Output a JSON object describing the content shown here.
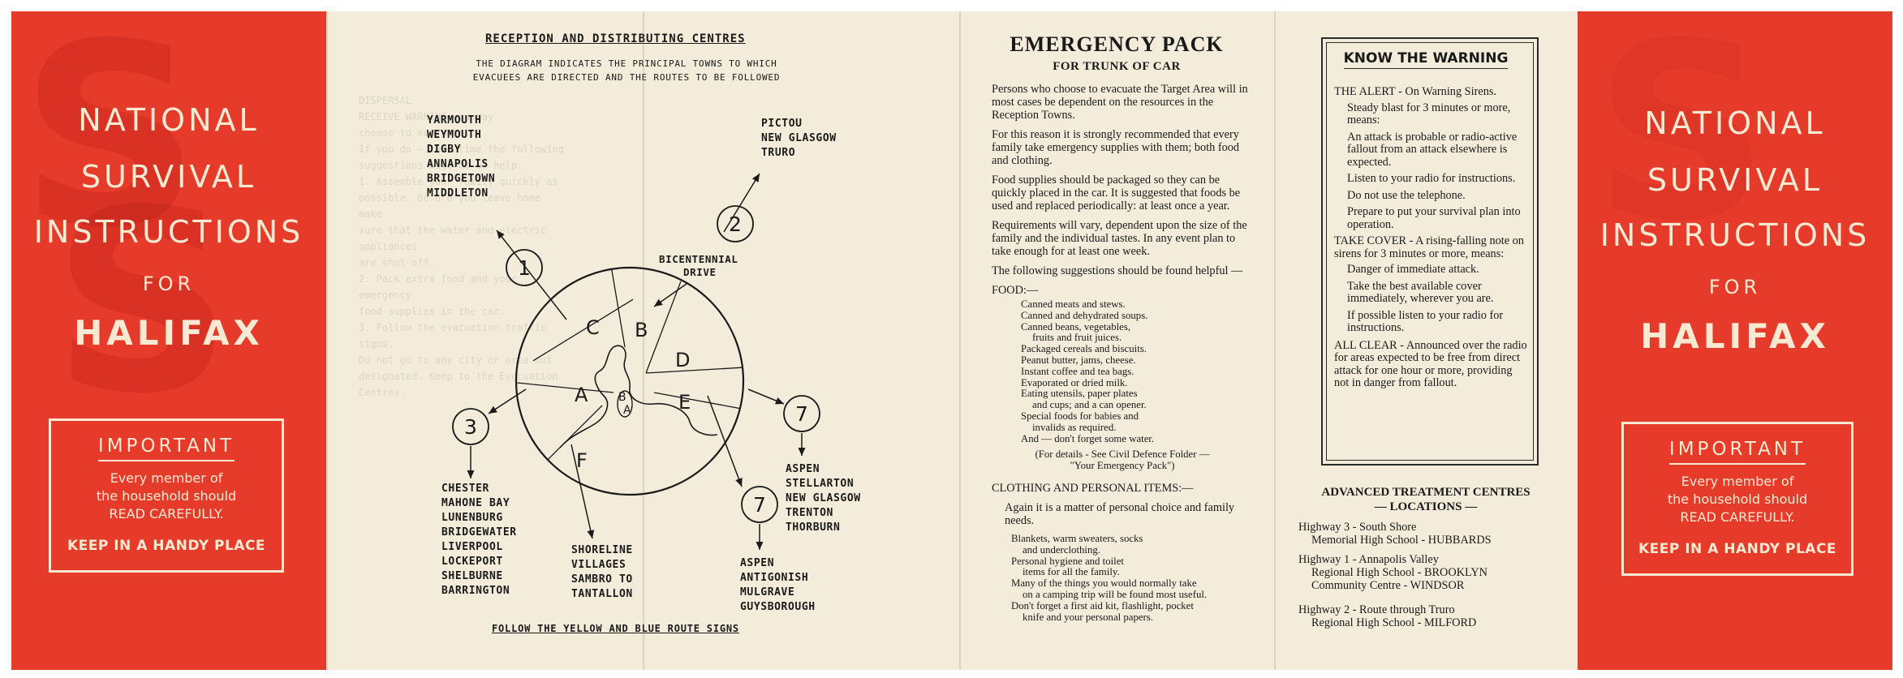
{
  "cover": {
    "title_lines": [
      "NATIONAL",
      "SURVIVAL",
      "INSTRUCTIONS"
    ],
    "for": "FOR",
    "city": "HALIFAX",
    "important_title": "IMPORTANT",
    "important_lines": [
      "Every member of",
      "the household should",
      "READ CAREFULLY."
    ],
    "keep": "KEEP IN A HANDY PLACE"
  },
  "map_panel": {
    "heading": "RECEPTION AND DISTRIBUTING CENTRES",
    "sub_lines": [
      "THE DIAGRAM INDICATES THE PRINCIPAL TOWNS TO WHICH",
      "EVACUEES ARE DIRECTED AND THE ROUTES TO BE FOLLOWED"
    ],
    "route_labels": [
      "1",
      "2",
      "3",
      "7",
      "7"
    ],
    "zone_labels": [
      "A",
      "B",
      "C",
      "D",
      "E",
      "F"
    ],
    "small_zone_labels": [
      "B",
      "A"
    ],
    "bicentennial": [
      "BICENTENNIAL",
      "DRIVE"
    ],
    "towns_route1": [
      "YARMOUTH",
      "WEYMOUTH",
      "DIGBY",
      "ANNAPOLIS",
      "BRIDGETOWN",
      "MIDDLETON"
    ],
    "towns_route2": [
      "PICTOU",
      "NEW GLASGOW",
      "TRURO"
    ],
    "towns_route3": [
      "CHESTER",
      "MAHONE BAY",
      "LUNENBURG",
      "BRIDGEWATER",
      "LIVERPOOL",
      "LOCKEPORT",
      "SHELBURNE",
      "BARRINGTON"
    ],
    "towns_route7a": [
      "ASPEN",
      "STELLARTON",
      "NEW GLASGOW",
      "TRENTON",
      "THORBURN"
    ],
    "towns_route7b": [
      "ASPEN",
      "ANTIGONISH",
      "MULGRAVE",
      "GUYSBOROUGH"
    ],
    "towns_shoreline": [
      "SHORELINE",
      "VILLAGES",
      "SAMBRO TO",
      "TANTALLON"
    ],
    "footer": "FOLLOW THE YELLOW AND BLUE ROUTE SIGNS"
  },
  "emergency": {
    "title": "EMERGENCY PACK",
    "subtitle": "FOR TRUNK OF CAR",
    "paragraphs": [
      "Persons who choose to evacuate the Target Area will in most cases be dependent on the resources in the Reception Towns.",
      "For this reason it is strongly recommended that every family take emergency supplies with them; both food and clothing.",
      "Food supplies should be packaged so they can be quickly placed in the car. It is suggested that foods be used and replaced periodically: at least once a year.",
      "Requirements will vary, dependent upon the size of the family and the individual tastes. In any event plan to take enough for at least one week.",
      "The following suggestions should be found helpful —"
    ],
    "food_head": "FOOD:—",
    "food_items": [
      "Canned meats and stews.",
      "Canned and dehydrated soups.",
      "Canned beans, vegetables,",
      "fruits and fruit juices.",
      "Packaged cereals and biscuits.",
      "Peanut butter, jams, cheese.",
      "Instant coffee and tea bags.",
      "Evaporated or dried milk.",
      "Eating utensils, paper plates",
      "and cups; and a can opener.",
      "Special foods for babies and",
      "invalids as required.",
      "And — don't forget some water."
    ],
    "food_note_1": "(For details - See Civil Defence Folder —",
    "food_note_2": "\"Your Emergency Pack\")",
    "clothing_head": "CLOTHING AND PERSONAL ITEMS:—",
    "clothing_para": "Again it is a matter of personal choice and family needs.",
    "clothing_items": [
      "Blankets, warm sweaters, socks",
      "and underclothing.",
      "Personal hygiene and toilet",
      "items for all the family.",
      "Many of the things you would normally take",
      "on a camping trip will be found most useful.",
      "Don't forget a first aid kit, flashlight, pocket",
      "knife and your personal papers."
    ]
  },
  "warning": {
    "title": "KNOW THE WARNING",
    "alert_head": "THE ALERT - On Warning Sirens.",
    "alert_items": [
      "Steady blast for 3 minutes or more, means:",
      "An attack is probable or radio-active fallout from an attack elsewhere is expected.",
      "Listen to your radio for instructions.",
      "Do not use the telephone.",
      "Prepare to put your survival plan into operation."
    ],
    "cover_head": "TAKE COVER - A rising-falling note on sirens for 3 minutes or more, means:",
    "cover_items": [
      "Danger of immediate attack.",
      "Take the best available cover immediately, wherever you are.",
      "If possible listen to your radio for instructions."
    ],
    "clear_head": "ALL CLEAR - Announced over the radio for areas expected to be free from direct attack for one hour or more, providing not in danger from fallout."
  },
  "advanced": {
    "title_1": "ADVANCED TREATMENT CENTRES",
    "title_2": "— LOCATIONS —",
    "entries": [
      {
        "line1": "Highway 3 - South Shore",
        "line2": "Memorial High School - HUBBARDS",
        "line3": ""
      },
      {
        "line1": "Highway 1 - Annapolis Valley",
        "line2": "Regional High School - BROOKLYN",
        "line3": "Community Centre - WINDSOR"
      },
      {
        "line1": "Highway 2 - Route through Truro",
        "line2": "Regional High School - MILFORD",
        "line3": ""
      }
    ]
  },
  "colors": {
    "cover_red": "#e63a2a",
    "cover_text": "#f7e9d2",
    "paper": "#f3ecdb",
    "ink": "#1a1a1a"
  }
}
